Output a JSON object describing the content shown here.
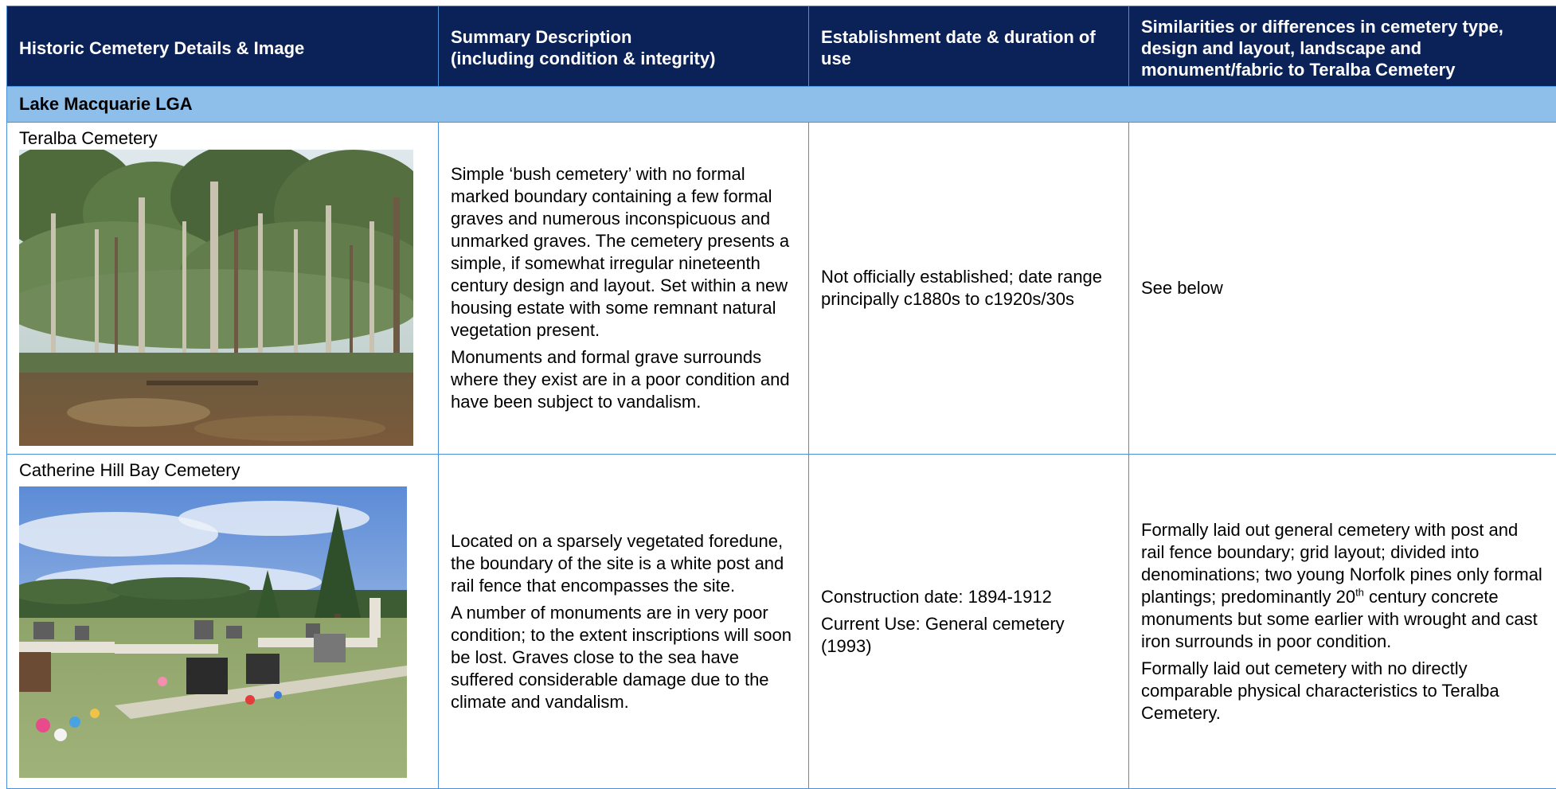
{
  "table": {
    "headers": [
      "Historic Cemetery Details & Image",
      "Summary Description",
      "(including condition & integrity)",
      "Establishment date & duration of use",
      "Similarities or differences in cemetery type, design and layout, landscape and monument/fabric to Teralba Cemetery"
    ],
    "section": "Lake Macquarie LGA",
    "rows": [
      {
        "name": "Teralba Cemetery",
        "description": [
          "Simple ‘bush cemetery’ with no formal marked boundary containing a few formal graves and numerous inconspicuous and unmarked graves. The cemetery presents a simple, if somewhat irregular nineteenth century design and layout.  Set within a new housing estate with some remnant natural vegetation present.",
          "Monuments and formal grave surrounds where they exist are in a poor condition and have been subject to vandalism."
        ],
        "establishment": [
          "Not officially established; date range principally c1880s to c1920s/30s"
        ],
        "comparison": [
          "See below"
        ]
      },
      {
        "name": "Catherine Hill Bay Cemetery",
        "description": [
          "Located on a sparsely vegetated foredune, the boundary of the site is a white post and rail fence that encompasses the site.",
          "A number of monuments are in very poor condition; to the extent inscriptions will soon be lost. Graves close to the sea have suffered considerable damage due to the climate and vandalism."
        ],
        "establishment": [
          "Construction date: 1894-1912",
          "Current Use: General cemetery (1993)"
        ],
        "comparison_1_pre": "Formally laid out general cemetery with post and rail fence boundary; grid layout; divided into denominations; two young Norfolk pines only formal plantings; predominantly 20",
        "comparison_1_sup": "th",
        "comparison_1_post": " century concrete monuments but some earlier with wrought and cast iron surrounds in poor condition.",
        "comparison_2": "Formally laid out cemetery with no directly comparable physical characteristics to Teralba Cemetery."
      }
    ]
  },
  "colors": {
    "header_bg": "#0a2258",
    "section_bg": "#8ebfeb",
    "border": "#4a90d9"
  }
}
